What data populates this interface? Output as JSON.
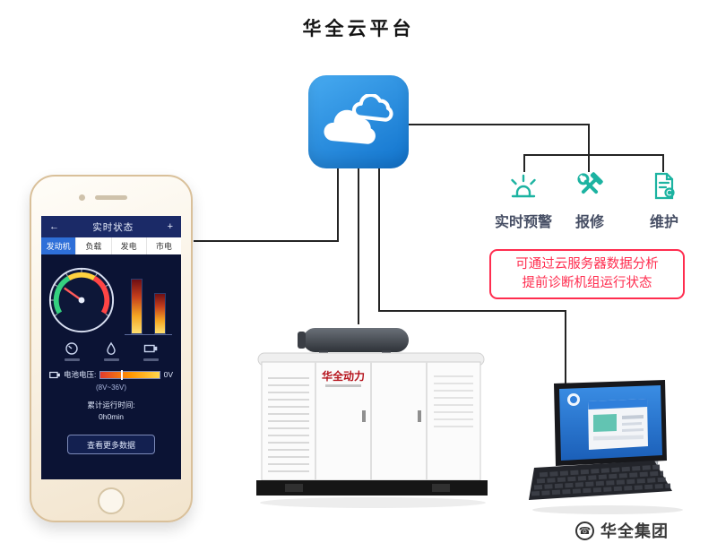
{
  "title": "华全云平台",
  "features": {
    "warning": "实时预警",
    "repair": "报修",
    "maintain": "维护"
  },
  "note": {
    "line1": "可通过云服务器数据分析",
    "line2": "提前诊断机组运行状态"
  },
  "app": {
    "back_icon": "←",
    "add_icon": "+",
    "header_title": "实时状态",
    "tabs": [
      "发动机",
      "负载",
      "发电",
      "市电"
    ],
    "battery_label": "电池电压:",
    "battery_value": "0V",
    "battery_range": "(8V~36V)",
    "runtime_label": "累计运行时间:",
    "runtime_value": "0h0min",
    "more_button": "查看更多数据"
  },
  "generator": {
    "brand": "华全动力"
  },
  "footer": {
    "brand": "华全集团",
    "phone_glyph": "☎"
  },
  "colors": {
    "cloud_blue": "#1f7fd6",
    "icon_teal": "#1cb3a1",
    "alert_red": "#ff2d4f",
    "brand_red": "#b5121b",
    "tab_blue": "#2e6fd8",
    "screen_navy": "#0b1334"
  }
}
